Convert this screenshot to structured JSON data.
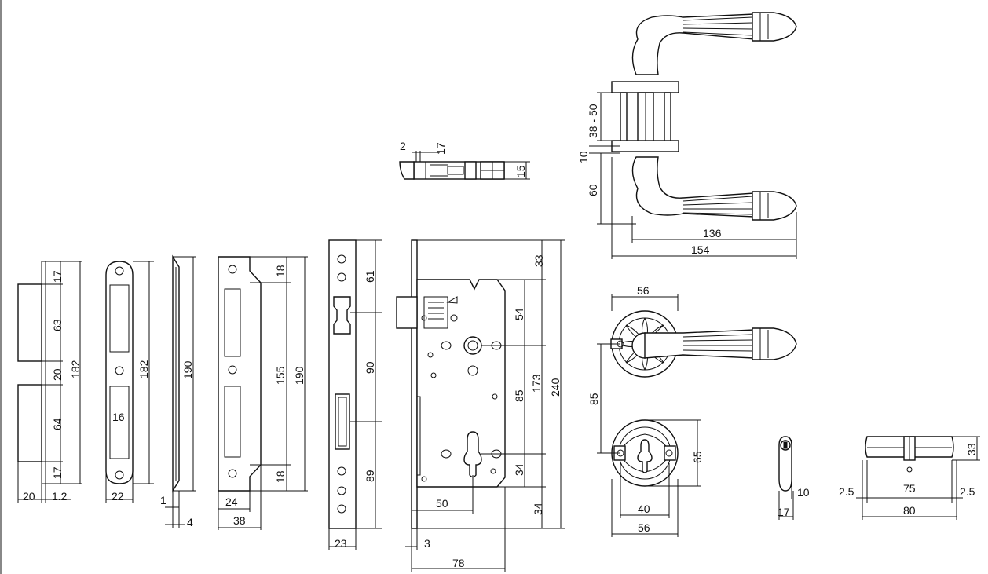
{
  "colors": {
    "line": "#111111",
    "background": "#ffffff"
  },
  "dimensions": {
    "bolt_2": "2",
    "bolt_17": "17",
    "bolt_15": "15",
    "handle_38_50": "38 - 50",
    "handle_10": "10",
    "handle_60": "60",
    "handle_136": "136",
    "handle_154": "154",
    "plate_17_top": "17",
    "plate_63": "63",
    "plate_20": "20",
    "plate_64": "64",
    "plate_17_bottom": "17",
    "plate_182": "182",
    "plate_w20": "20",
    "plate_w1_2": "1.2",
    "face_182": "182",
    "face_16": "16",
    "face_22": "22",
    "side_190": "190",
    "side_1": "1",
    "side_4": "4",
    "strike_18_top": "18",
    "strike_155": "155",
    "strike_190": "190",
    "strike_18_bottom": "18",
    "strike_24": "24",
    "strike_38": "38",
    "front_61": "61",
    "front_90": "90",
    "front_89": "89",
    "front_23": "23",
    "lock_33": "33",
    "lock_54": "54",
    "lock_85": "85",
    "lock_173": "173",
    "lock_240": "240",
    "lock_34_a": "34",
    "lock_34_b": "34",
    "lock_50": "50",
    "lock_3": "3",
    "lock_78": "78",
    "rose_56_top": "56",
    "rose_85": "85",
    "rose_65": "65",
    "rose_40": "40",
    "rose_56_bottom": "56",
    "cyl_10": "10",
    "cyl_17": "17",
    "cyl_33": "33",
    "cyl_2_5_left": "2.5",
    "cyl_75": "75",
    "cyl_2_5_right": "2.5",
    "cyl_80": "80"
  }
}
